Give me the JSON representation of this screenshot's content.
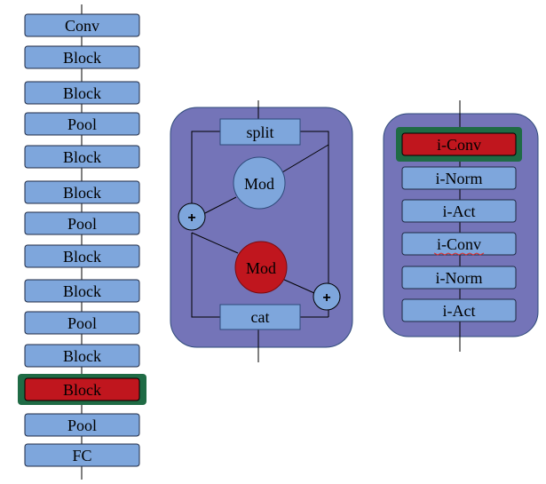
{
  "colors": {
    "block_fill": "#7ea6dc",
    "block_stroke": "#1f2a44",
    "highlight_fill": "#c0161e",
    "highlight_border": "#1f6b45",
    "panel_fill": "#7474b8",
    "panel_stroke": "#2e4a7a",
    "mod_fill": "#7ea6dc",
    "line": "#000000"
  },
  "network_column": {
    "blocks": [
      "Conv",
      "Block",
      "Block",
      "Pool",
      "Block",
      "Block",
      "Pool",
      "Block",
      "Block",
      "Pool",
      "Block",
      "Block",
      "Pool",
      "FC"
    ],
    "highlighted_index": 11
  },
  "block_detail": {
    "split_label": "split",
    "cat_label": "cat",
    "mod_top_label": "Mod",
    "mod_bottom_label": "Mod",
    "plus_symbol": "+"
  },
  "layer_stack": {
    "layers": [
      "i-Conv",
      "i-Norm",
      "i-Act",
      "i-Conv",
      "i-Norm",
      "i-Act"
    ],
    "highlighted_index": 0
  }
}
